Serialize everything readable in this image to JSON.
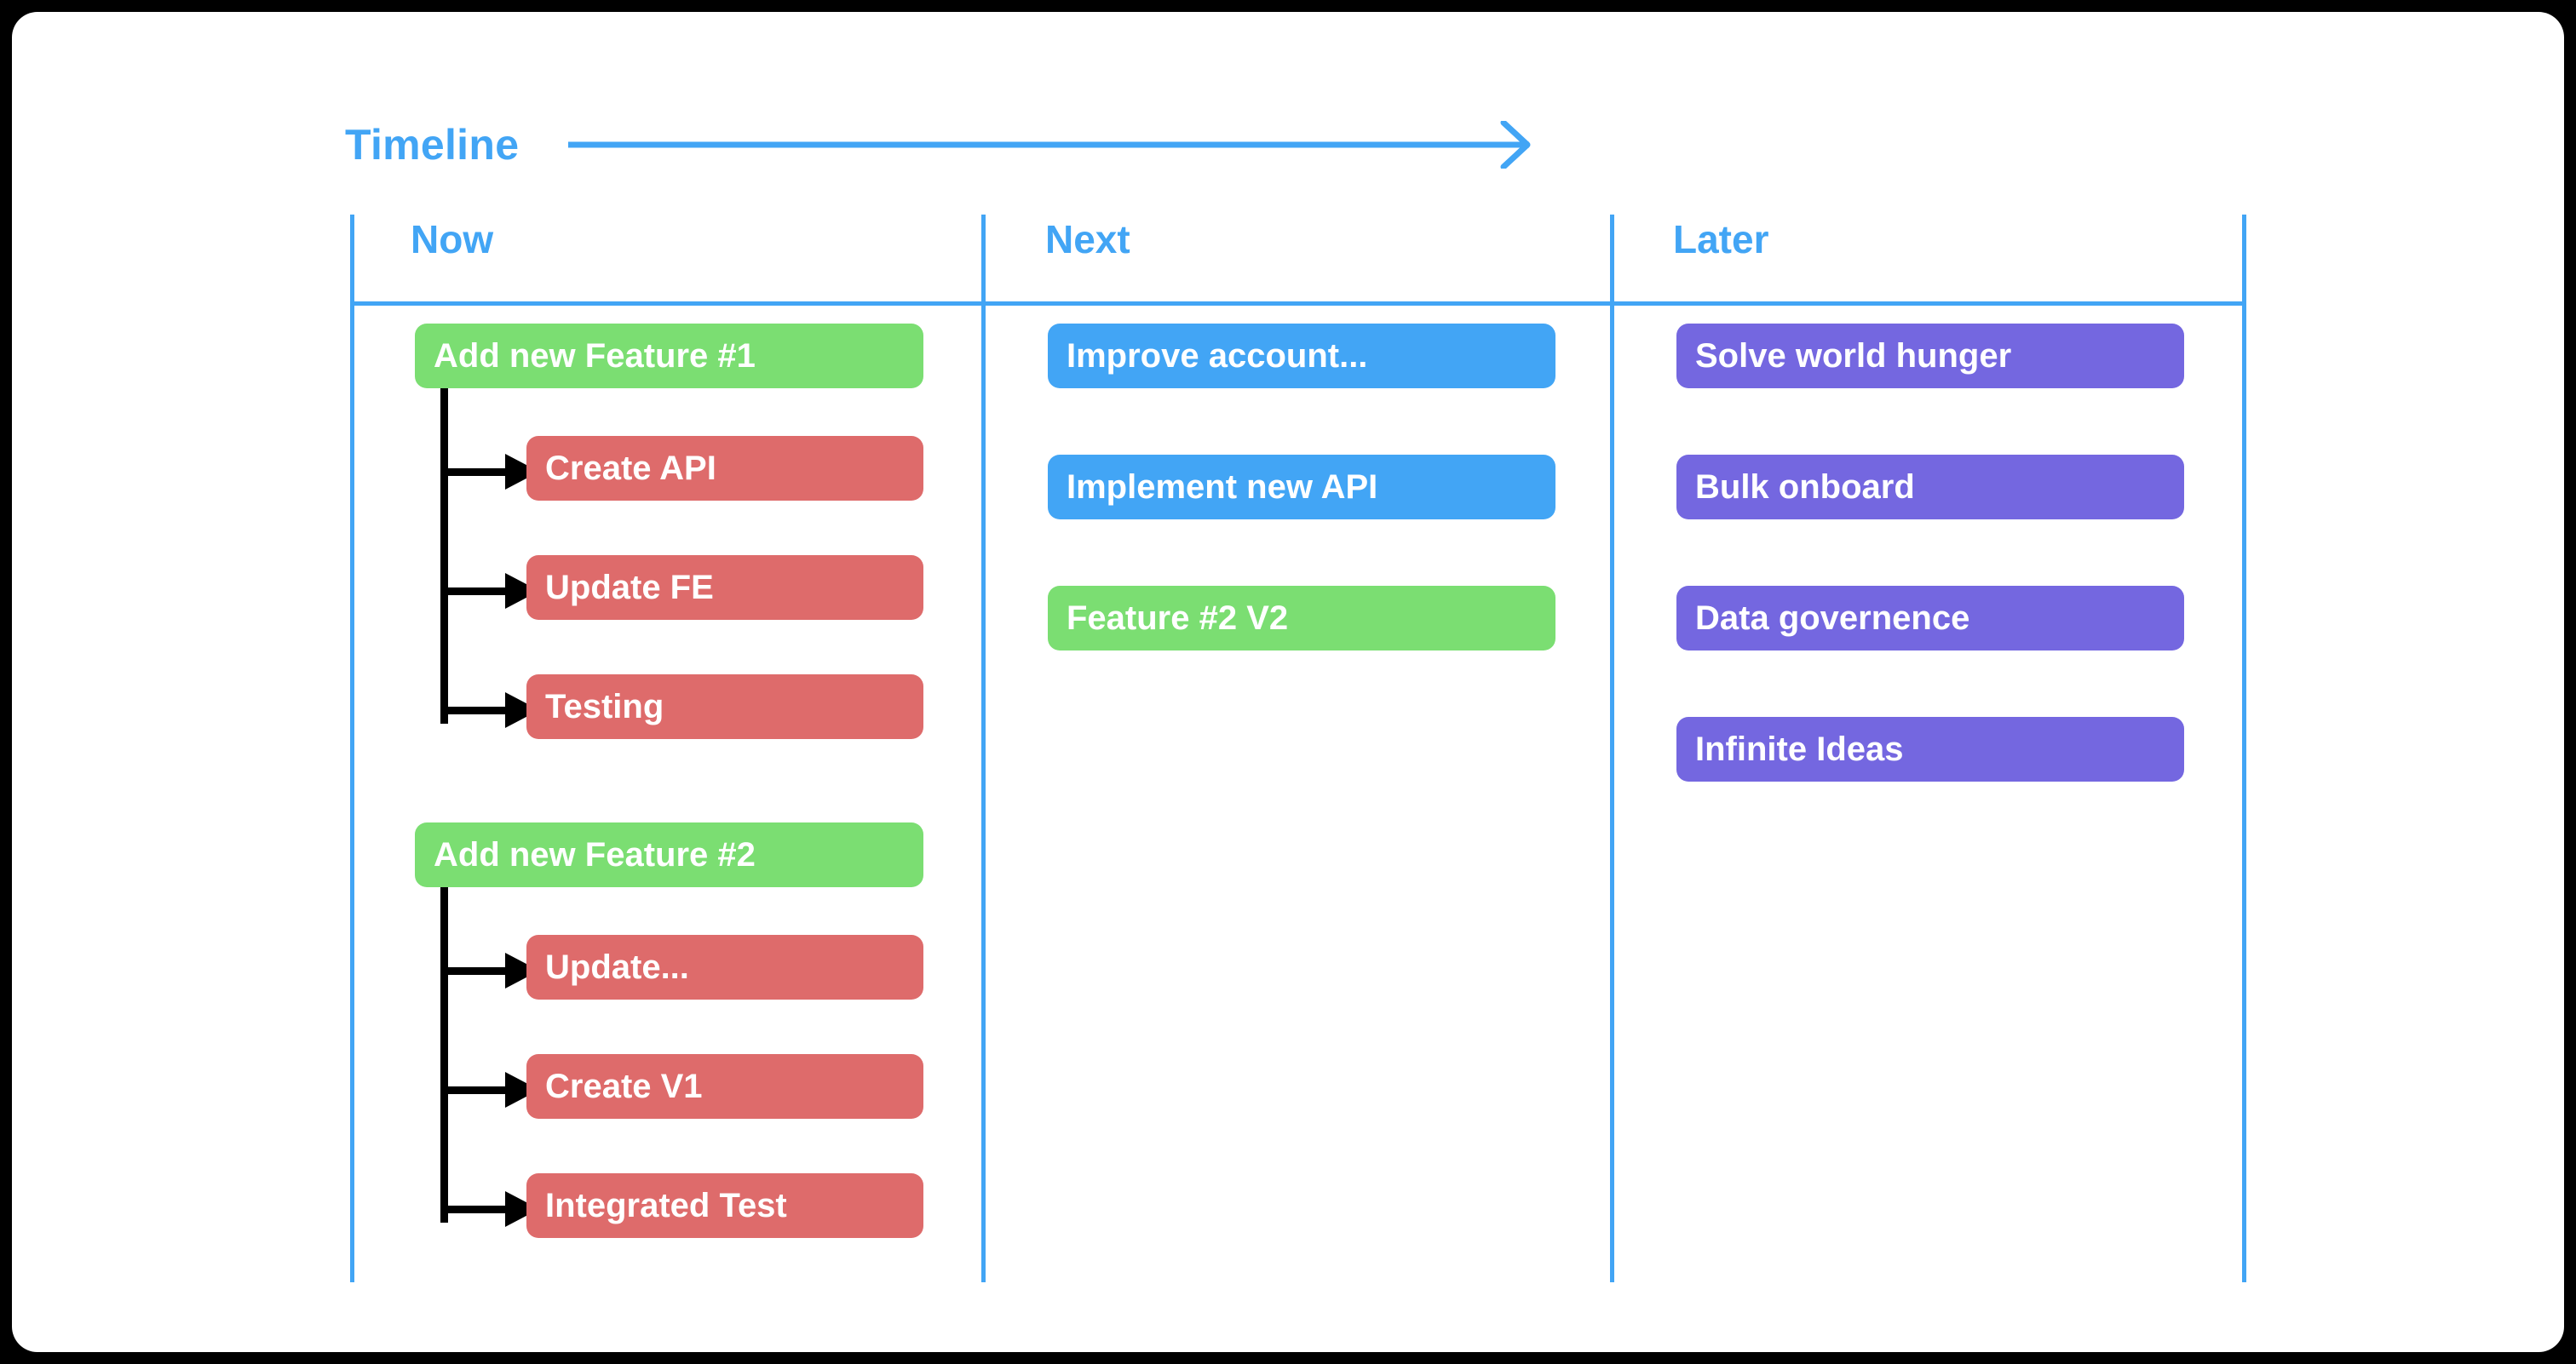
{
  "board": {
    "timeline_label": "Timeline",
    "arrow_icon": "arrow-right-icon",
    "accent_color": "#42a5f5",
    "panel_background": "#ffffff",
    "outer_background": "#000000"
  },
  "columns": [
    {
      "id": "now",
      "header": "Now",
      "groups": [
        {
          "parent": {
            "label": "Add new Feature #1",
            "color": "#7bde72",
            "type": "feature"
          },
          "children": [
            {
              "label": "Create API",
              "color": "#de6b6b",
              "type": "task"
            },
            {
              "label": "Update FE",
              "color": "#de6b6b",
              "type": "task"
            },
            {
              "label": "Testing",
              "color": "#de6b6b",
              "type": "task"
            }
          ]
        },
        {
          "parent": {
            "label": "Add new Feature #2",
            "color": "#7bde72",
            "type": "feature"
          },
          "children": [
            {
              "label": "Update...",
              "color": "#de6b6b",
              "type": "task"
            },
            {
              "label": "Create V1",
              "color": "#de6b6b",
              "type": "task"
            },
            {
              "label": "Integrated Test",
              "color": "#de6b6b",
              "type": "task"
            }
          ]
        }
      ]
    },
    {
      "id": "next",
      "header": "Next",
      "cards": [
        {
          "label": "Improve account...",
          "color": "#42a5f5",
          "type": "initiative"
        },
        {
          "label": "Implement new API",
          "color": "#42a5f5",
          "type": "initiative"
        },
        {
          "label": "Feature #2 V2",
          "color": "#7bde72",
          "type": "feature"
        }
      ]
    },
    {
      "id": "later",
      "header": "Later",
      "cards": [
        {
          "label": "Solve world hunger",
          "color": "#7467e0",
          "type": "idea"
        },
        {
          "label": "Bulk onboard",
          "color": "#7467e0",
          "type": "idea"
        },
        {
          "label": "Data governence",
          "color": "#7467e0",
          "type": "idea"
        },
        {
          "label": "Infinite Ideas",
          "color": "#7467e0",
          "type": "idea"
        }
      ]
    }
  ]
}
